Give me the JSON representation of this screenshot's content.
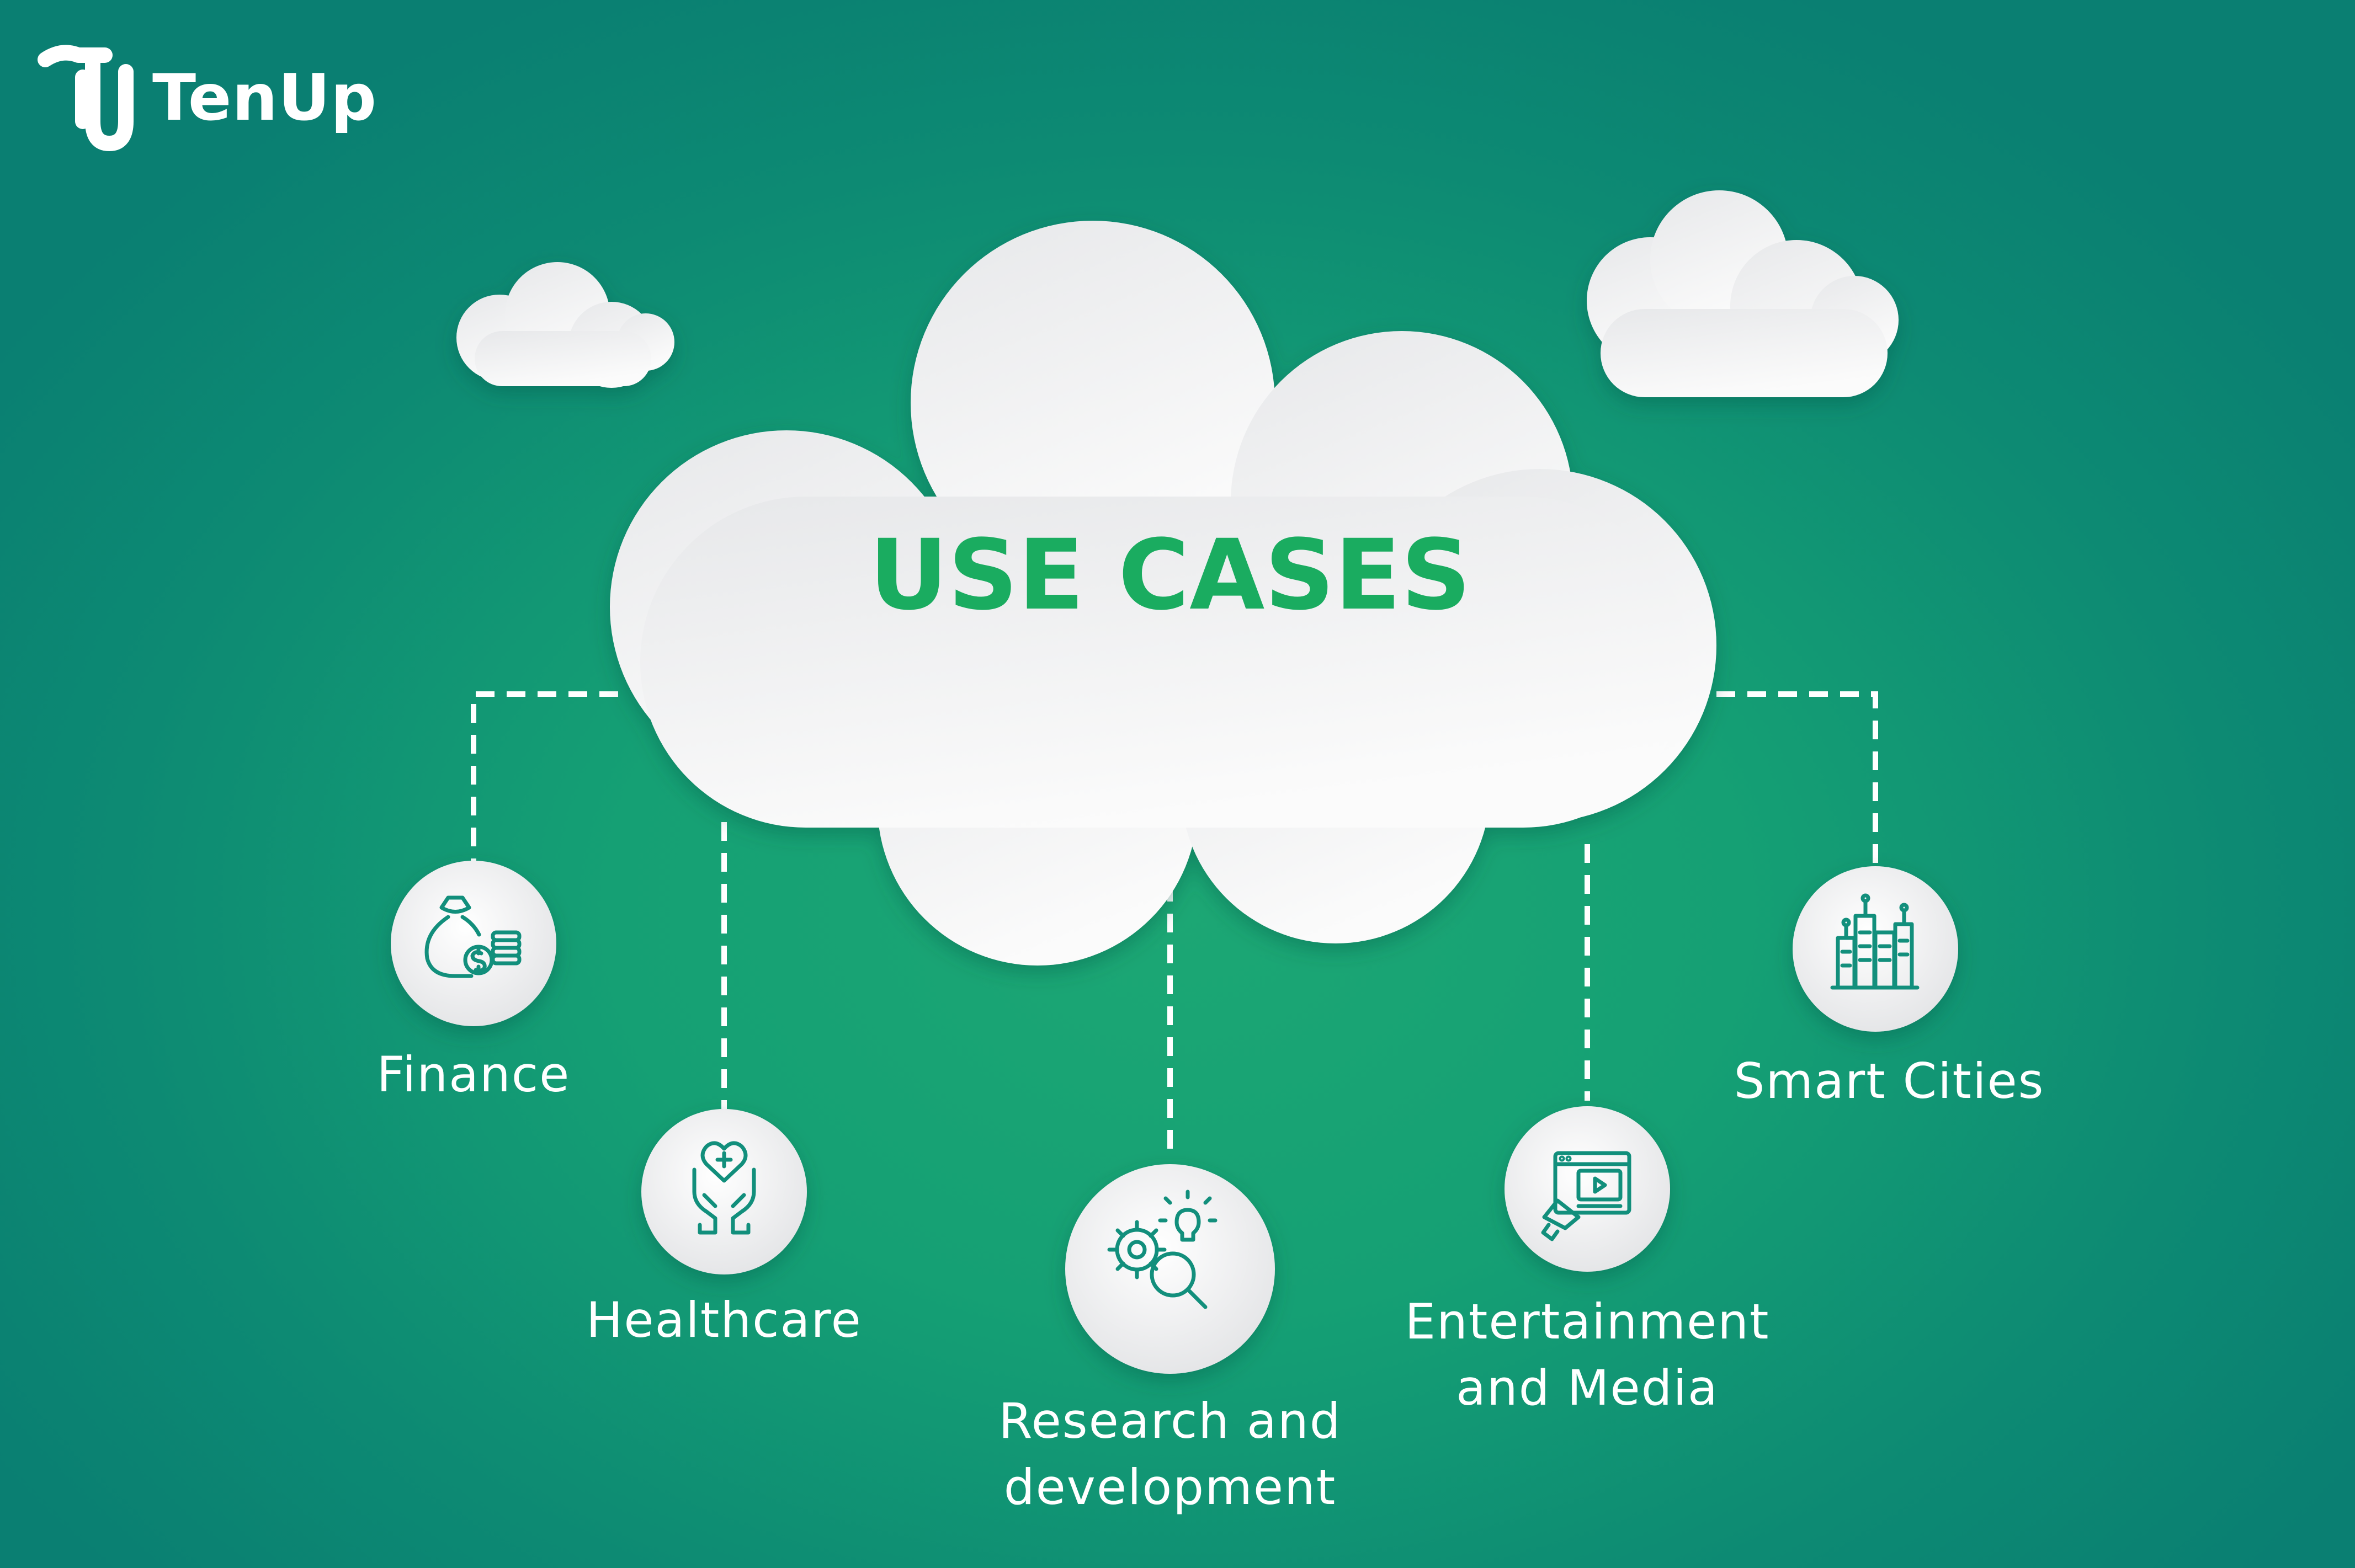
{
  "brand": {
    "name": "TenUp",
    "logo_icon": "tenup-logo-icon"
  },
  "title": "USE CASES",
  "use_cases": [
    {
      "label": "Finance",
      "icon": "money-bag-coins-icon"
    },
    {
      "label": "Healthcare",
      "icon": "hands-heart-icon"
    },
    {
      "label": "Research and development",
      "line1": "Research and",
      "line2": "development",
      "icon": "gears-magnifier-bulb-icon"
    },
    {
      "label": "Entertainment and Media",
      "line1": "Entertainment",
      "line2": "and Media",
      "icon": "media-player-megaphone-icon"
    },
    {
      "label": "Smart Cities",
      "icon": "city-buildings-icon"
    }
  ],
  "colors": {
    "background": "#14a072",
    "title": "#1aac60",
    "icon_stroke": "#128f7c",
    "cloud": "#f2f2f3",
    "text": "#ffffff"
  }
}
